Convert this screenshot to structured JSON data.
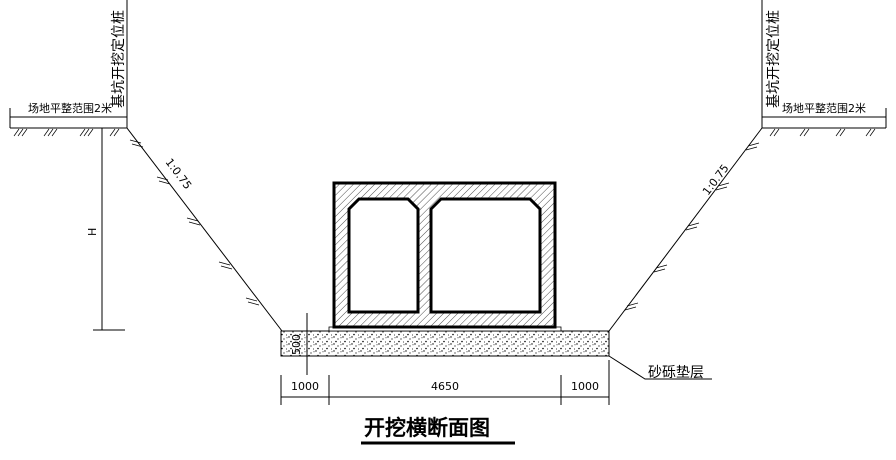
{
  "drawing": {
    "title": "开挖横断面图",
    "stake_label": "基坑开挖定位桩",
    "site_range_label": "场地平整范围2米",
    "slope_ratio": "1:0.75",
    "depth_label": "H",
    "cushion_thickness": "500",
    "cushion_label": "砂砾垫层",
    "dimensions": [
      "1000",
      "4650",
      "1000"
    ]
  }
}
